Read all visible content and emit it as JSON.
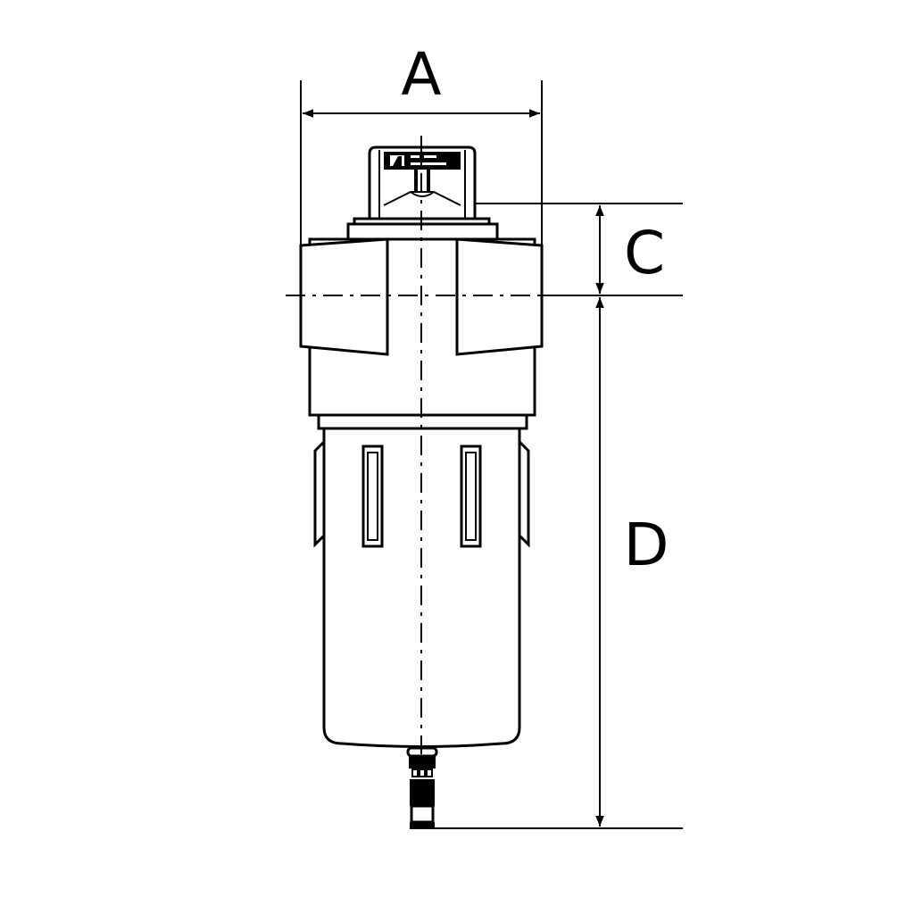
{
  "diagram": {
    "dimensions": {
      "A": "A",
      "C": "C",
      "D": "D"
    },
    "line_color": "#000000",
    "background": "#ffffff"
  }
}
